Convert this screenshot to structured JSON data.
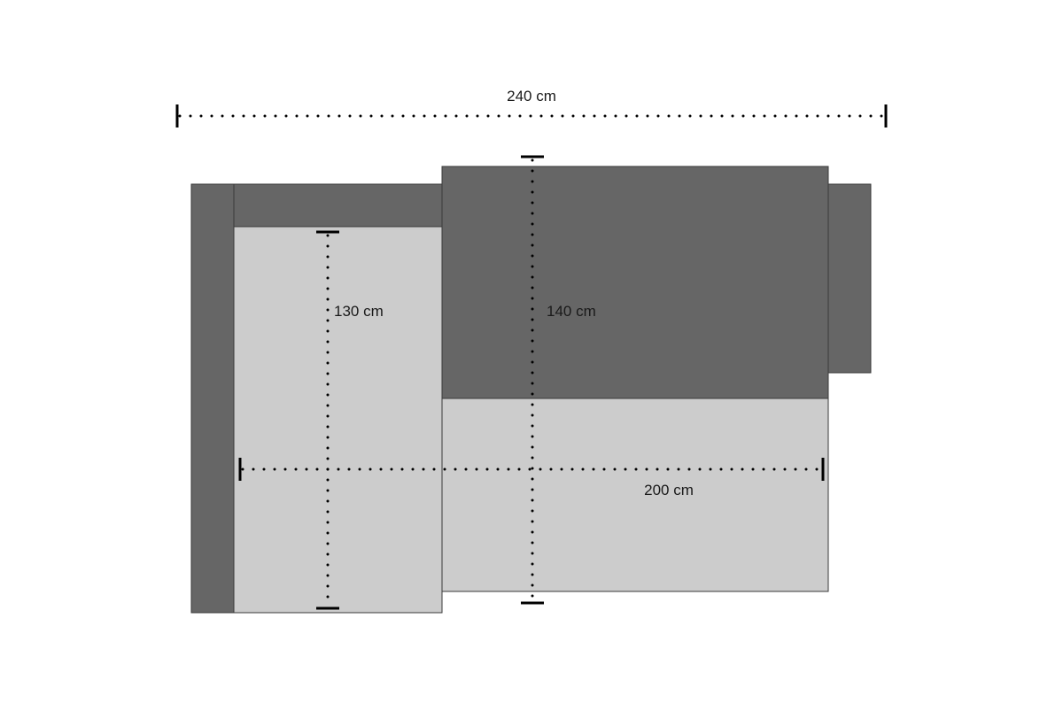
{
  "colors": {
    "background": "#ffffff",
    "back_cushion": "#666666",
    "seat": "#cccccc",
    "outline": "#3a3a3a",
    "dimension_line": "#000000"
  },
  "dimensions": {
    "total_width": {
      "label": "240 cm"
    },
    "chaise_depth": {
      "label": "130 cm"
    },
    "sofa_depth": {
      "label": "140 cm"
    },
    "seat_width": {
      "label": "200 cm"
    }
  }
}
